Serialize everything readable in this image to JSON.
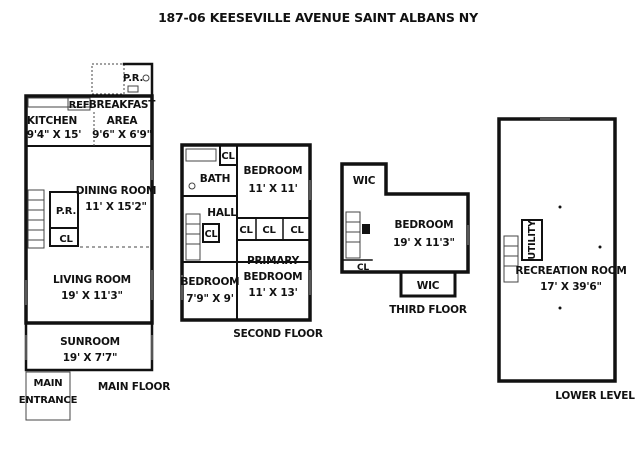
{
  "title": "187-06 KEESEVILLE AVENUE SAINT ALBANS NY",
  "floors": {
    "main": {
      "name": "MAIN FLOOR",
      "rooms": {
        "pr_top": "P.R.",
        "ref": "REF",
        "kitchen": {
          "name": "KITCHEN",
          "dims": "9'4\" X 15'"
        },
        "breakfast": {
          "name": "BREAKFAST",
          "name2": "AREA",
          "dims": "9'6\" X 6'9\""
        },
        "dining": {
          "name": "DINING ROOM",
          "dims": "11' X 15'2\""
        },
        "pr": "P.R.",
        "cl": "CL",
        "living": {
          "name": "LIVING ROOM",
          "dims": "19' X 11'3\""
        },
        "sunroom": {
          "name": "SUNROOM",
          "dims": "19' X 7'7\""
        },
        "entrance": {
          "name": "MAIN",
          "name2": "ENTRANCE"
        }
      }
    },
    "second": {
      "name": "SECOND FLOOR",
      "rooms": {
        "cl_bath": "CL",
        "bath": "BATH",
        "bedroom_a": {
          "name": "BEDROOM",
          "dims": "11' X 11'"
        },
        "hall": "HALL",
        "cl_hall": "CL",
        "cl_1": "CL",
        "cl_2": "CL",
        "cl_3": "CL",
        "bedroom_b": {
          "name": "BEDROOM",
          "dims": "7'9\" X 9'"
        },
        "primary": {
          "name": "PRIMARY",
          "name2": "BEDROOM",
          "dims": "11' X 13'"
        }
      }
    },
    "third": {
      "name": "THIRD FLOOR",
      "rooms": {
        "wic_top": "WIC",
        "bedroom": {
          "name": "BEDROOM",
          "dims": "19' X 11'3\""
        },
        "cl": "CL",
        "wic_bottom": "WIC"
      }
    },
    "lower": {
      "name": "LOWER LEVEL",
      "rooms": {
        "utility": "UTILITY",
        "recreation": {
          "name": "RECREATION ROOM",
          "dims": "17' X 39'6\""
        }
      }
    }
  }
}
